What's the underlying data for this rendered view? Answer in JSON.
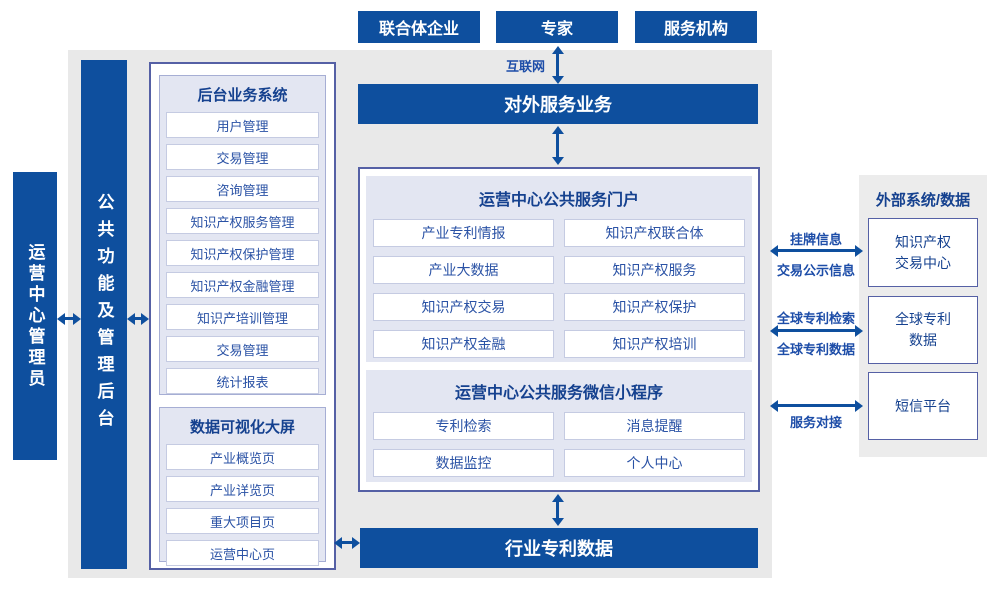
{
  "colors": {
    "primary": "#0e4f9e",
    "bg-gray": "#e9e9e9",
    "panel-gray": "#ececec",
    "box-border": "#5560a5",
    "sub-bg": "#e3e6f2",
    "sub-border": "#a6aed4",
    "item-border": "#c5cbe2",
    "item-text": "#2a52a5",
    "header-text": "#15418f",
    "label-text": "#1d4da8"
  },
  "top_actors": {
    "consortium": "联合体企业",
    "expert": "专家",
    "agency": "服务机构"
  },
  "internet_label": "互联网",
  "admin_bar": "运营中心管理员",
  "backend_bar": "公共功能及管理后台",
  "external_service_bar": "对外服务业务",
  "industry_data_bar": "行业专利数据",
  "backoffice": {
    "title": "后台业务系统",
    "items": [
      "用户管理",
      "交易管理",
      "咨询管理",
      "知识产权服务管理",
      "知识产权保护管理",
      "知识产权金融管理",
      "知识产培训管理",
      "交易管理",
      "统计报表"
    ]
  },
  "dashboard": {
    "title": "数据可视化大屏",
    "items": [
      "产业概览页",
      "产业详览页",
      "重大项目页",
      "运营中心页"
    ]
  },
  "portal": {
    "title": "运营中心公共服务门户",
    "items": [
      "产业专利情报",
      "知识产权联合体",
      "产业大数据",
      "知识产权服务",
      "知识产权交易",
      "知识产权保护",
      "知识产权金融",
      "知识产权培训"
    ]
  },
  "miniprogram": {
    "title": "运营中心公共服务微信小程序",
    "items": [
      "专利检索",
      "消息提醒",
      "数据监控",
      "个人中心"
    ]
  },
  "external_panel": {
    "title": "外部系统/数据",
    "systems": [
      "知识产权\n交易中心",
      "全球专利\n数据",
      "短信平台"
    ]
  },
  "link_labels": {
    "listing_info": "挂牌信息",
    "trade_publicity": "交易公示信息",
    "global_patent_search": "全球专利检索",
    "global_patent_data": "全球专利数据",
    "service_connect": "服务对接"
  }
}
